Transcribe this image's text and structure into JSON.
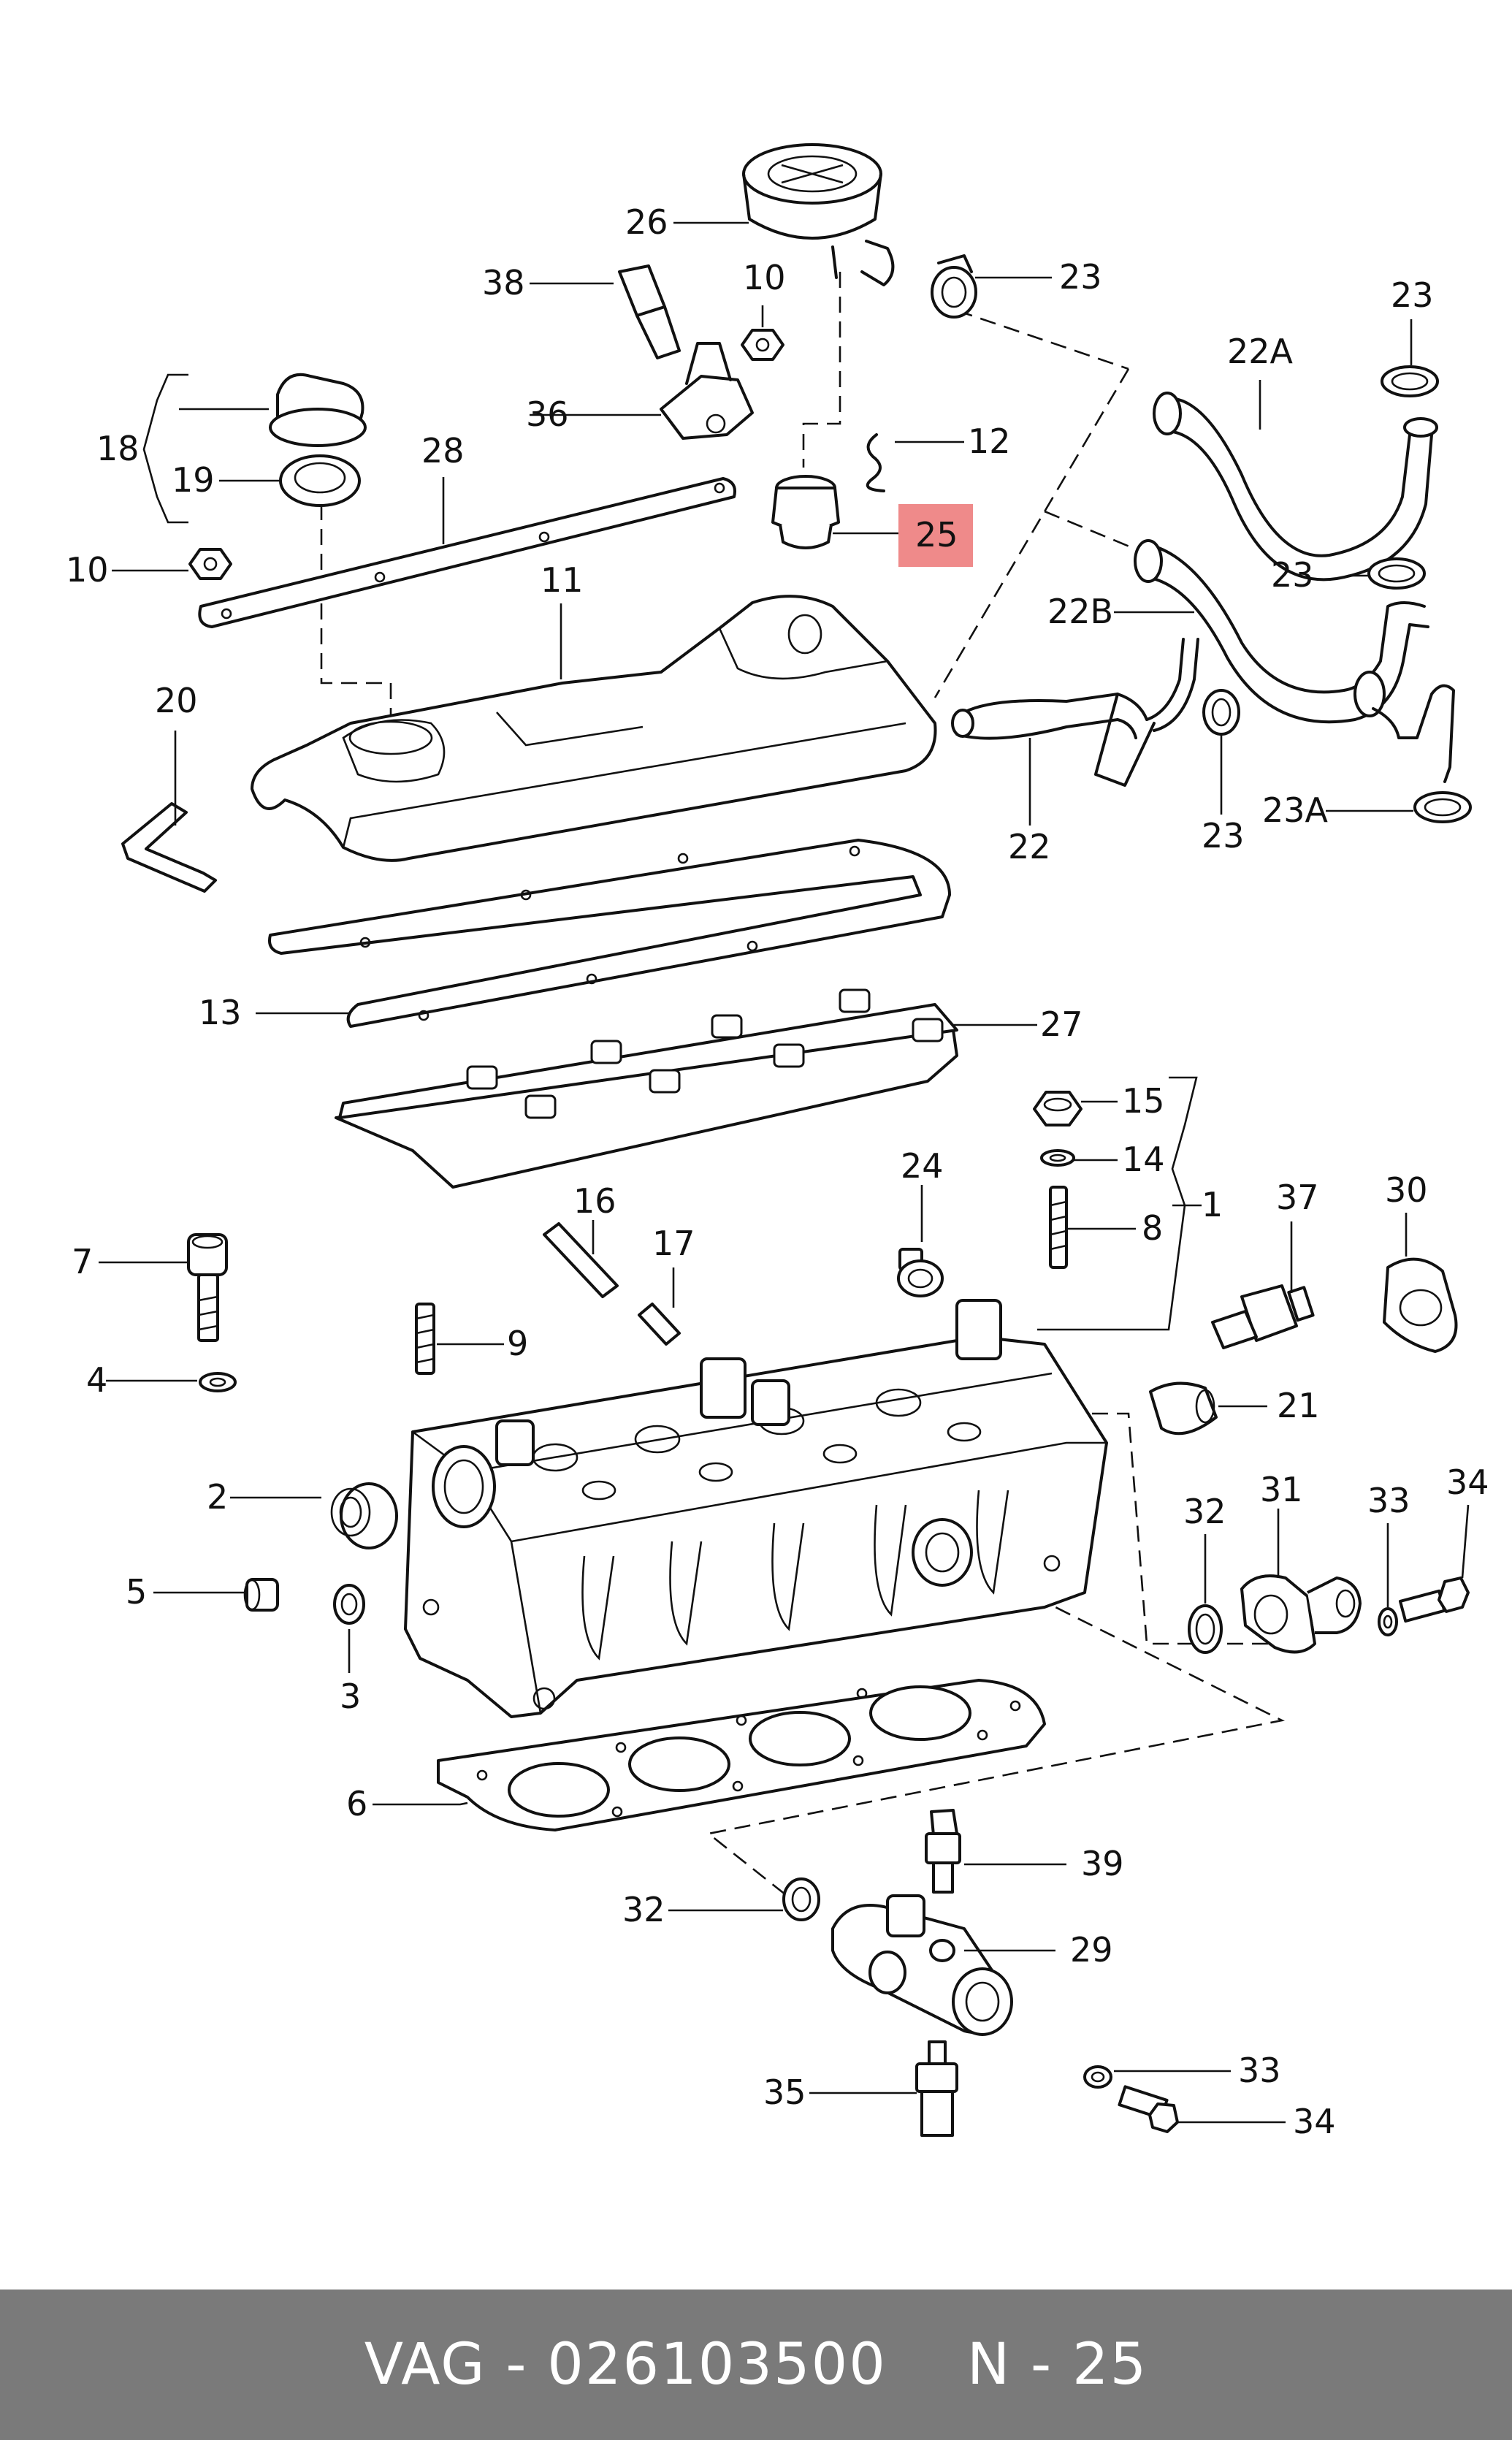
{
  "diagram": {
    "highlight_color": "#ef8a8a",
    "line_color": "#111111",
    "callouts": [
      "26",
      "23",
      "38",
      "10",
      "22A",
      "23",
      "18",
      "36",
      "12",
      "28",
      "25",
      "19",
      "10",
      "11",
      "22B",
      "23",
      "20",
      "22",
      "23",
      "23A",
      "13",
      "27",
      "15",
      "14",
      "24",
      "16",
      "37",
      "30",
      "7",
      "8",
      "1",
      "17",
      "9",
      "4",
      "21",
      "2",
      "32",
      "31",
      "33",
      "34",
      "5",
      "3",
      "6",
      "39",
      "32",
      "29",
      "33",
      "35",
      "34"
    ]
  },
  "footer": {
    "brand_part": "VAG - 026103500",
    "page_ref": "N - 25",
    "background": "#7a7a7a"
  }
}
